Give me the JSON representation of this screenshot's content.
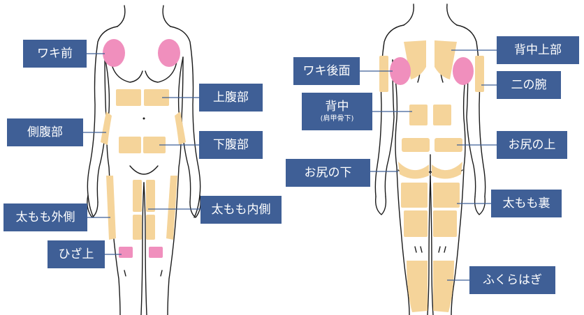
{
  "colors": {
    "label_bg": "#3f5f96",
    "label_text": "#ffffff",
    "zone_beige": "#f5d49a",
    "zone_pink": "#f08fbd",
    "outline": "#1a1a1a",
    "leader": "#3f5f96"
  },
  "front_labels": {
    "underarm": "ワキ前",
    "upper_abdomen": "上腹部",
    "side_abdomen": "側腹部",
    "lower_abdomen": "下腹部",
    "outer_thigh": "太もも外側",
    "inner_thigh": "太もも内側",
    "above_knee": "ひざ上"
  },
  "back_labels": {
    "back_underarm": "ワキ後面",
    "upper_back": "背中上部",
    "arm": "二の腕",
    "back": "背中",
    "back_sub": "(肩甲骨下)",
    "above_buttocks": "お尻の上",
    "below_buttocks": "お尻の下",
    "back_thigh": "太もも裏",
    "calf": "ふくらはぎ"
  }
}
